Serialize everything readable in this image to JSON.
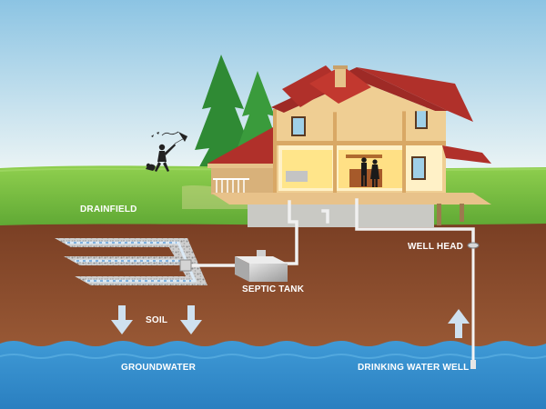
{
  "labels": {
    "drainfield": "DRAINFIELD",
    "well_head": "WELL HEAD",
    "septic_tank": "SEPTIC TANK",
    "soil": "SOIL",
    "groundwater": "GROUNDWATER",
    "drinking_water_well": "DRINKING WATER WELL"
  },
  "colors": {
    "sky_top": "#9fcde6",
    "sky_bottom": "#eef6f8",
    "grass": "#7cc242",
    "soil": "#8a4a2c",
    "groundwater": "#2f8ccc",
    "pipe": "#f2f2f2",
    "roof": "#b0302a",
    "wall": "#e6c28a"
  }
}
